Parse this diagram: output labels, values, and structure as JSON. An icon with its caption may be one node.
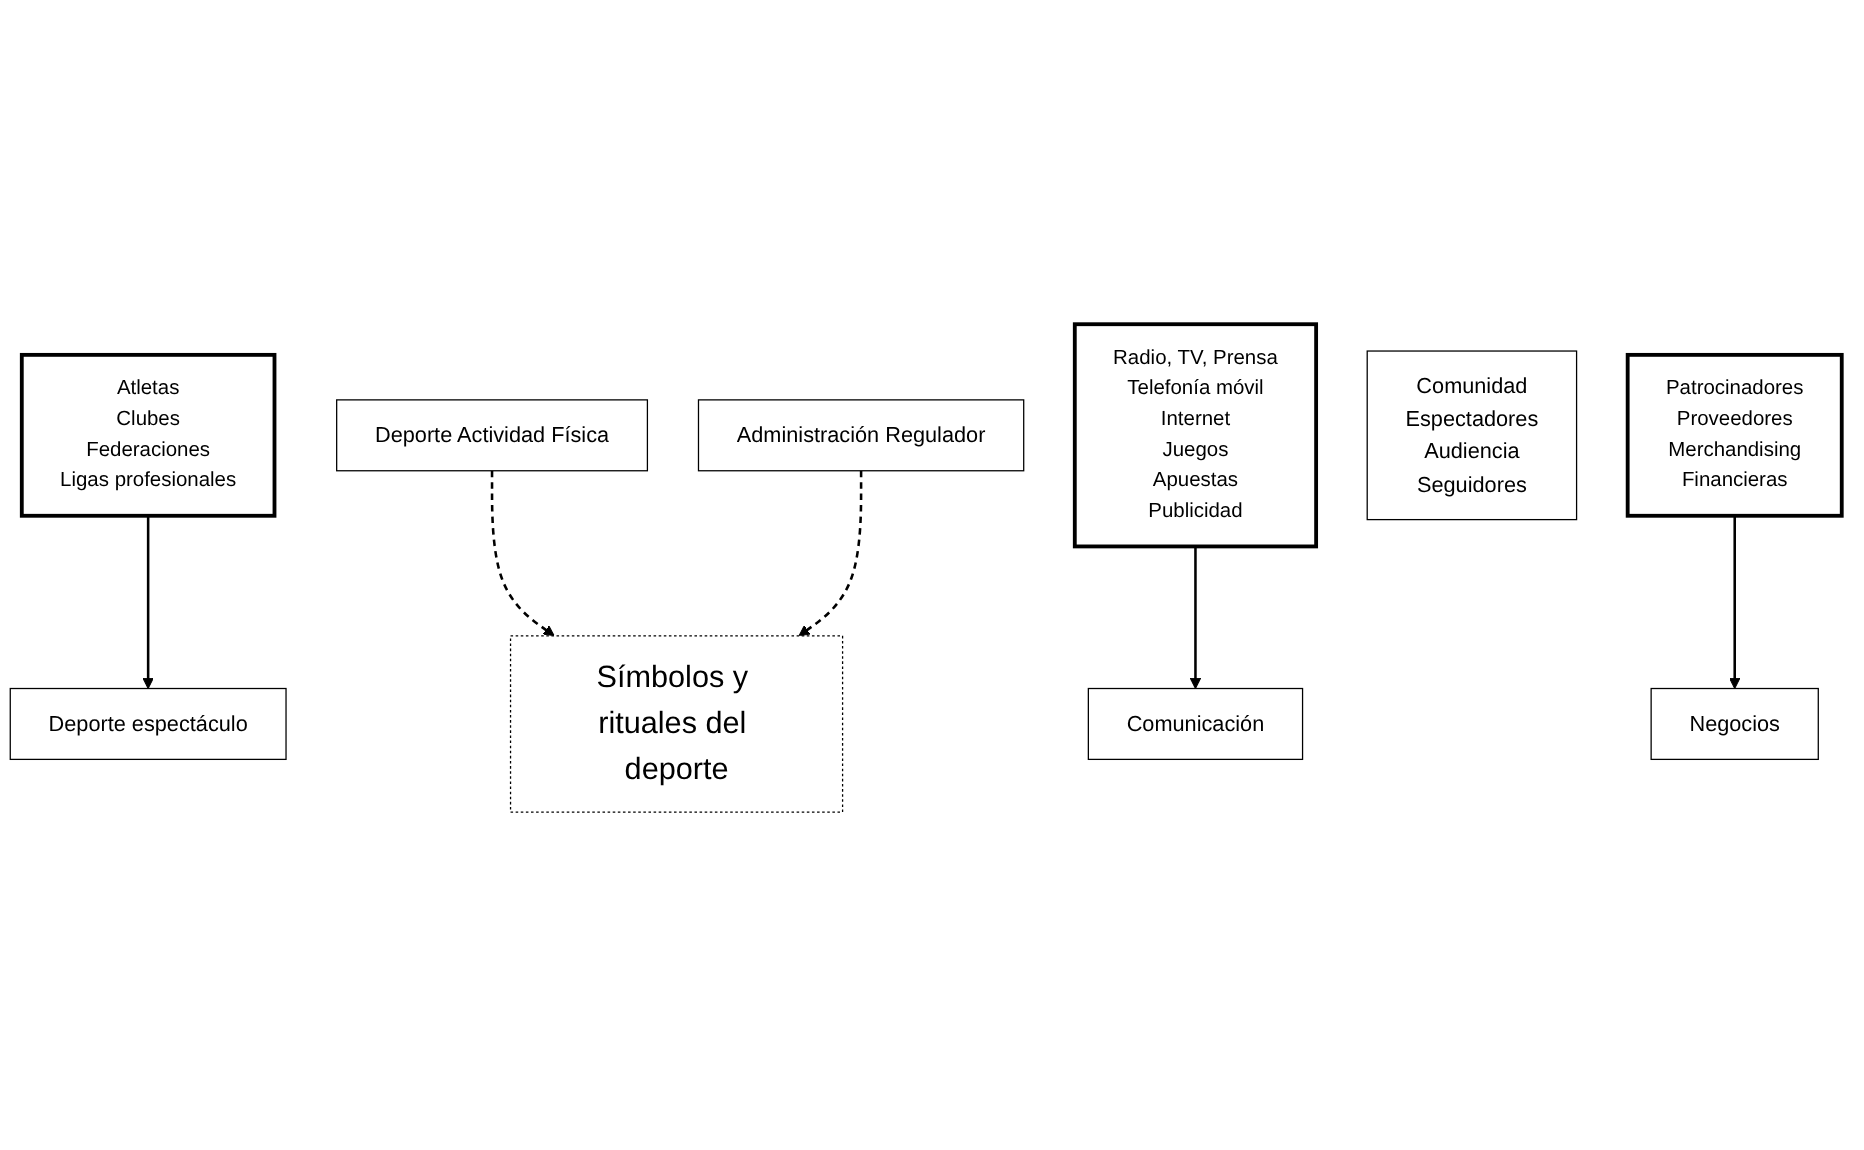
{
  "diagram": {
    "nodes": [
      {
        "text": [
          "Atletas",
          "Clubes",
          "Federaciones",
          "Ligas profesionales"
        ]
      },
      {
        "text": [
          "Deporte espectáculo"
        ]
      },
      {
        "text": [
          "Deporte Actividad Física"
        ]
      },
      {
        "text": [
          "Radio, TV, Prensa",
          "Telefonía móvil",
          "Internet",
          "Juegos",
          "Apuestas",
          "Publicidad"
        ]
      },
      {
        "text": [
          "Comunicación"
        ]
      },
      {
        "text": [
          "Símbolos y rituales del deporte"
        ]
      },
      {
        "text": [
          "Negocios"
        ]
      },
      {
        "text": [
          "Patrocinadores",
          "Proveedores",
          "Merchandising",
          "Financieras"
        ]
      },
      {
        "text": [
          "Comunidad",
          "Espectadores",
          "Audiencia",
          "Seguidores"
        ]
      },
      {
        "text": [
          "Administración Regulador"
        ]
      }
    ],
    "edges": [
      {
        "from": 0,
        "to": 1,
        "arrow": "to"
      },
      {
        "from": 2,
        "to": 5,
        "arrow": "to",
        "style": "dashed"
      },
      {
        "from": 3,
        "to": 4,
        "arrow": "to"
      },
      {
        "from": 7,
        "to": 6,
        "arrow": "to"
      },
      {
        "from": 9,
        "to": 5,
        "arrow": "to",
        "style": "dashed"
      }
    ]
  }
}
